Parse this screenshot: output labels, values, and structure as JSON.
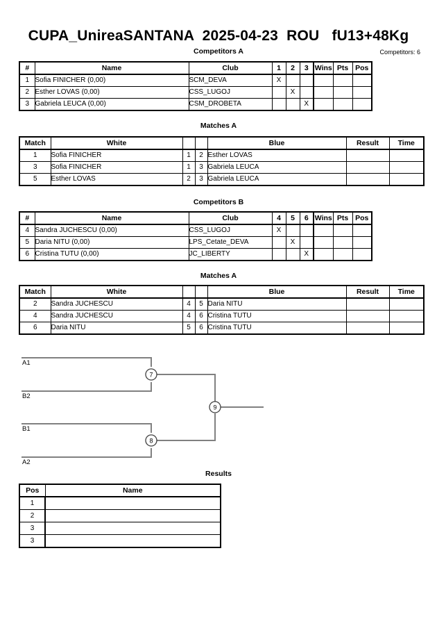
{
  "header": {
    "title": "CUPA_UnireaSANTANA  2025-04-23  ROU   fU13+48Kg",
    "competitors_count": "Competitors: 6"
  },
  "sections": {
    "competitors_a_caption": "Competitors A",
    "matches_a_caption": "Matches A",
    "competitors_b_caption": "Competitors B",
    "matches_b_caption": "Matches A",
    "results_caption": "Results"
  },
  "competitors_a": {
    "headers": {
      "num": "#",
      "name": "Name",
      "club": "Club",
      "m1": "1",
      "m2": "2",
      "m3": "3",
      "wins": "Wins",
      "pts": "Pts",
      "pos": "Pos"
    },
    "rows": [
      {
        "num": "1",
        "name": "Sofia FINICHER  (0,00)",
        "club": "SCM_DEVA",
        "marks": [
          "X",
          "",
          ""
        ],
        "wins": "",
        "pts": "",
        "pos": ""
      },
      {
        "num": "2",
        "name": "Esther LOVAS  (0,00)",
        "club": "CSS_LUGOJ",
        "marks": [
          "",
          "X",
          ""
        ],
        "wins": "",
        "pts": "",
        "pos": ""
      },
      {
        "num": "3",
        "name": "Gabriela LEUCA  (0,00)",
        "club": "CSM_DROBETA",
        "marks": [
          "",
          "",
          "X"
        ],
        "wins": "",
        "pts": "",
        "pos": ""
      }
    ]
  },
  "matches_a": {
    "headers": {
      "match": "Match",
      "white": "White",
      "blue": "Blue",
      "result": "Result",
      "time": "Time"
    },
    "rows": [
      {
        "match": "1",
        "white": "Sofia FINICHER",
        "white_num": "1",
        "blue_num": "2",
        "blue": "Esther LOVAS",
        "result": "",
        "time": ""
      },
      {
        "match": "3",
        "white": "Sofia FINICHER",
        "white_num": "1",
        "blue_num": "3",
        "blue": "Gabriela LEUCA",
        "result": "",
        "time": ""
      },
      {
        "match": "5",
        "white": "Esther LOVAS",
        "white_num": "2",
        "blue_num": "3",
        "blue": "Gabriela LEUCA",
        "result": "",
        "time": ""
      }
    ]
  },
  "competitors_b": {
    "headers": {
      "num": "#",
      "name": "Name",
      "club": "Club",
      "m1": "4",
      "m2": "5",
      "m3": "6",
      "wins": "Wins",
      "pts": "Pts",
      "pos": "Pos"
    },
    "rows": [
      {
        "num": "4",
        "name": "Sandra JUCHESCU  (0,00)",
        "club": "CSS_LUGOJ",
        "marks": [
          "X",
          "",
          ""
        ],
        "wins": "",
        "pts": "",
        "pos": ""
      },
      {
        "num": "5",
        "name": "Daria NITU  (0,00)",
        "club": "LPS_Cetate_DEVA",
        "marks": [
          "",
          "X",
          ""
        ],
        "wins": "",
        "pts": "",
        "pos": ""
      },
      {
        "num": "6",
        "name": "Cristina TUTU  (0,00)",
        "club": "JC_LIBERTY",
        "marks": [
          "",
          "",
          "X"
        ],
        "wins": "",
        "pts": "",
        "pos": ""
      }
    ]
  },
  "matches_b": {
    "headers": {
      "match": "Match",
      "white": "White",
      "blue": "Blue",
      "result": "Result",
      "time": "Time"
    },
    "rows": [
      {
        "match": "2",
        "white": "Sandra JUCHESCU",
        "white_num": "4",
        "blue_num": "5",
        "blue": "Daria NITU",
        "result": "",
        "time": ""
      },
      {
        "match": "4",
        "white": "Sandra JUCHESCU",
        "white_num": "4",
        "blue_num": "6",
        "blue": "Cristina TUTU",
        "result": "",
        "time": ""
      },
      {
        "match": "6",
        "white": "Daria NITU",
        "white_num": "5",
        "blue_num": "6",
        "blue": "Cristina TUTU",
        "result": "",
        "time": ""
      }
    ]
  },
  "bracket": {
    "slots": [
      {
        "label": "A1"
      },
      {
        "label": "B2"
      },
      {
        "label": "B1"
      },
      {
        "label": "A2"
      }
    ],
    "nodes": [
      {
        "id": "7"
      },
      {
        "id": "8"
      },
      {
        "id": "9"
      }
    ]
  },
  "results": {
    "headers": {
      "pos": "Pos",
      "name": "Name"
    },
    "rows": [
      {
        "pos": "1",
        "name": ""
      },
      {
        "pos": "2",
        "name": ""
      },
      {
        "pos": "3",
        "name": ""
      },
      {
        "pos": "3",
        "name": ""
      }
    ]
  }
}
